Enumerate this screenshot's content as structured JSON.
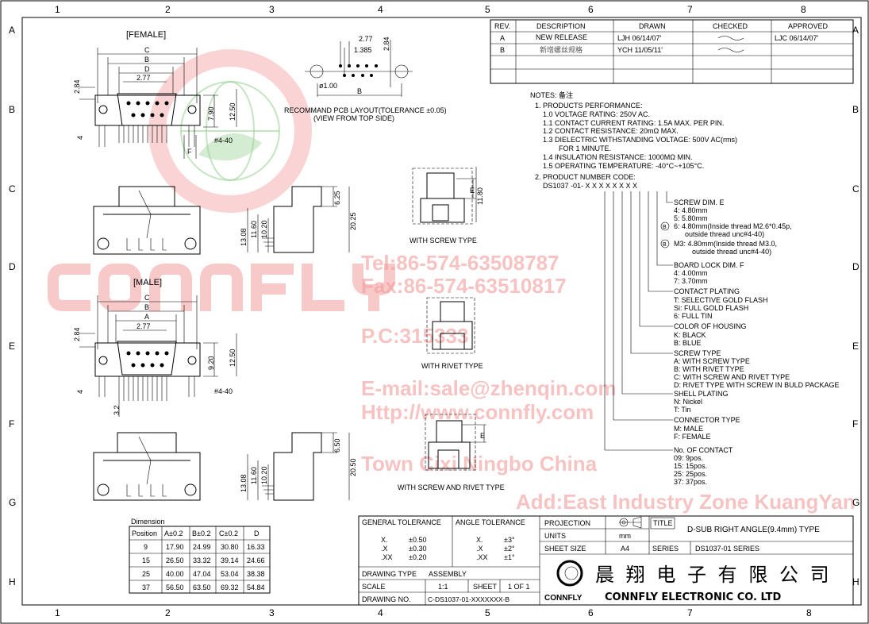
{
  "frame": {
    "columns": [
      "1",
      "2",
      "3",
      "4",
      "5",
      "6",
      "7",
      "8"
    ],
    "rows": [
      "A",
      "B",
      "C",
      "D",
      "E",
      "F",
      "G",
      "H"
    ]
  },
  "revision_table": {
    "headers": [
      "REV.",
      "DESCRIPTION",
      "DRAWN",
      "CHECKED",
      "APPROVED"
    ],
    "rows": [
      {
        "rev": "A",
        "description": "NEW RELEASE",
        "drawn": "LJH 06/14/07'",
        "checked": "~",
        "approved": "LJC 06/14/07'"
      },
      {
        "rev": "B",
        "description": "新增螺丝规格",
        "drawn": "YCH 11/05/11'",
        "checked": "~",
        "approved": ""
      }
    ]
  },
  "notes": {
    "title": "NOTES: 备注",
    "lines": [
      "1. PRODUCTS PERFORMANCE:",
      "1.0 VOLTAGE RATING: 250V AC.",
      "1.1 CONTACT CURRENT RATING: 1.5A MAX. PER PIN.",
      "1.2 CONTACT RESISTANCE: 20mΩ MAX.",
      "1.3 DIELECTRIC WITHSTANDING VOLTAGE: 500V AC(rms)",
      "FOR 1 MINUTE.",
      "1.4 INSULATION RESISTANCE: 1000MΩ MIN.",
      "1.5 OPERATING TEMPERATURE: -40°C~+105°C.",
      "2. PRODUCT NUMBER CODE:"
    ],
    "code": "DS1037 -01-  X X X X X X X X",
    "groups": [
      {
        "title": "SCREW DIM. E",
        "items": [
          "4: 4.80mm",
          "5: 5.80mm",
          "6: 4.80mm(Inside thread M2.6*0.45p,",
          "outside thread unc#4-40)",
          "M3: 4.80mm(Inside thread M3.0,",
          "outside thread unc#4-40)"
        ]
      },
      {
        "title": "BOARD LOCK DIM. F",
        "items": [
          "4: 4.00mm",
          "7: 3.70mm"
        ]
      },
      {
        "title": "CONTACT PLATING",
        "items": [
          "T: SELECTIVE GOLD FLASH",
          "Si: FULL GOLD FLASH",
          "6: FULL TIN"
        ]
      },
      {
        "title": "COLOR OF HOUSING",
        "items": [
          "K: BLACK",
          "B: BLUE"
        ]
      },
      {
        "title": "SCREW TYPE",
        "items": [
          "A: WITH SCREW TYPE",
          "B: WITH RIVET TYPE",
          "C: WITH SCREW AND RIVET TYPE",
          "D: RIVET TYPE WITH SCREW IN BULD PACKAGE"
        ]
      },
      {
        "title": "SHELL PLATING",
        "items": [
          "N: Nickel",
          "T: Tin"
        ]
      },
      {
        "title": "CONNECTOR TYPE",
        "items": [
          "M: MALE",
          "F: FEMALE"
        ]
      },
      {
        "title": "No. OF CONTACT",
        "items": [
          "09: 9pos.",
          "15: 15pos.",
          "25: 25pos.",
          "37: 37pos."
        ]
      }
    ],
    "rev_mark": "B"
  },
  "views": {
    "female_label": "[FEMALE]",
    "male_label": "[MALE]",
    "female_dims": {
      "c": "C",
      "b": "B",
      "d": "D",
      "pitch": "2.77",
      "row": "2.84",
      "h1": "7.90",
      "h2": "12.50",
      "lock": "4",
      "f": "F",
      "thread": "#4-40"
    },
    "male_dims": {
      "c": "C",
      "b": "B",
      "a": "A",
      "pitch": "2.77",
      "row": "2.84",
      "h1": "9.20",
      "h2": "12.50",
      "lock": "4",
      "tail": "3.2",
      "thread": "#4-40"
    },
    "female_side": {
      "d1": "6.25",
      "d2": "20.25",
      "d3": "13.08",
      "d4": "11.60",
      "d5": "10.20"
    },
    "male_side": {
      "d1": "6.50",
      "d2": "20.50",
      "d3": "13.08",
      "d4": "11.60",
      "d5": "10.20"
    },
    "screw_type": {
      "label": "WITH SCREW TYPE",
      "e": "E",
      "h": "11.80"
    },
    "rivet_type": {
      "label": "WITH RIVET TYPE"
    },
    "screw_rivet_type": {
      "label": "WITH SCREW AND RIVET TYPE",
      "e": "E"
    },
    "pcb": {
      "pitch": "2.77",
      "half": "1.385",
      "row": "2.84",
      "hole": "ø1.00",
      "b": "B",
      "caption1": "RECOMMAND PCB LAYOUT(TOLERANCE ±0.05)",
      "caption2": "(VIEW FROM TOP SIDE)"
    }
  },
  "dimension_table": {
    "title": "Dimension",
    "headers": [
      "Position",
      "A±0.2",
      "B±0.2",
      "C±0.2",
      "D"
    ],
    "rows": [
      [
        "9",
        "17.90",
        "24.99",
        "30.80",
        "16.33"
      ],
      [
        "15",
        "26.50",
        "33.32",
        "39.14",
        "24.66"
      ],
      [
        "25",
        "40.00",
        "47.04",
        "53.04",
        "38.38"
      ],
      [
        "37",
        "56.50",
        "63.50",
        "69.32",
        "54.84"
      ]
    ]
  },
  "title_block": {
    "general_tolerance": "GENERAL TOLERANCE",
    "angle_tolerance": "ANGLE TOLERANCE",
    "gen_rows": [
      [
        "X.",
        "±0.50"
      ],
      [
        ".X",
        "±0.30"
      ],
      [
        ".XX",
        "±0.20"
      ]
    ],
    "ang_rows": [
      [
        "X.",
        "±3°"
      ],
      [
        ".X",
        "±2°"
      ],
      [
        ".XX",
        "±1°"
      ]
    ],
    "drawing_type_label": "DRAWING TYPE",
    "drawing_type": "ASSEMBLY",
    "scale_label": "SCALE",
    "scale": "1:1",
    "sheet_label": "SHEET",
    "sheet": "1 OF 1",
    "drawing_no_label": "DRAWING NO.",
    "drawing_no": "C-DS1037-01-XXXXXXX-B",
    "projection_label": "PROJECTION",
    "units_label": "UNITS",
    "units": "mm",
    "sheet_size_label": "SHEET SIZE",
    "sheet_size": "A4",
    "title_label": "TITLE",
    "title": "D-SUB RIGHT ANGLE(9.4mm) TYPE",
    "series_label": "SERIES",
    "series": "DS1037-01 SERIES",
    "company_cn": "晨 翔 电 子 有 限 公 司",
    "company_logo_text": "CONNFLY",
    "company_en": "CONNFLY ELECTRONIC CO. LTD"
  },
  "watermark": {
    "brand": "CONNFLY",
    "tel": "Tel:86-574-63508787",
    "fax": "Fax:86-574-63510817",
    "email": "E-mail:sale@zhenqin.com",
    "web": "Http://www.connfly.com",
    "addr1": "Add:East Industry Zone KuangYan",
    "addr2": "Town Cixi Ningbo China",
    "pc": "P.C:315333"
  },
  "colors": {
    "watermark": "#f29a9a",
    "logo_green": "#a8d8a0",
    "line": "#000000"
  }
}
